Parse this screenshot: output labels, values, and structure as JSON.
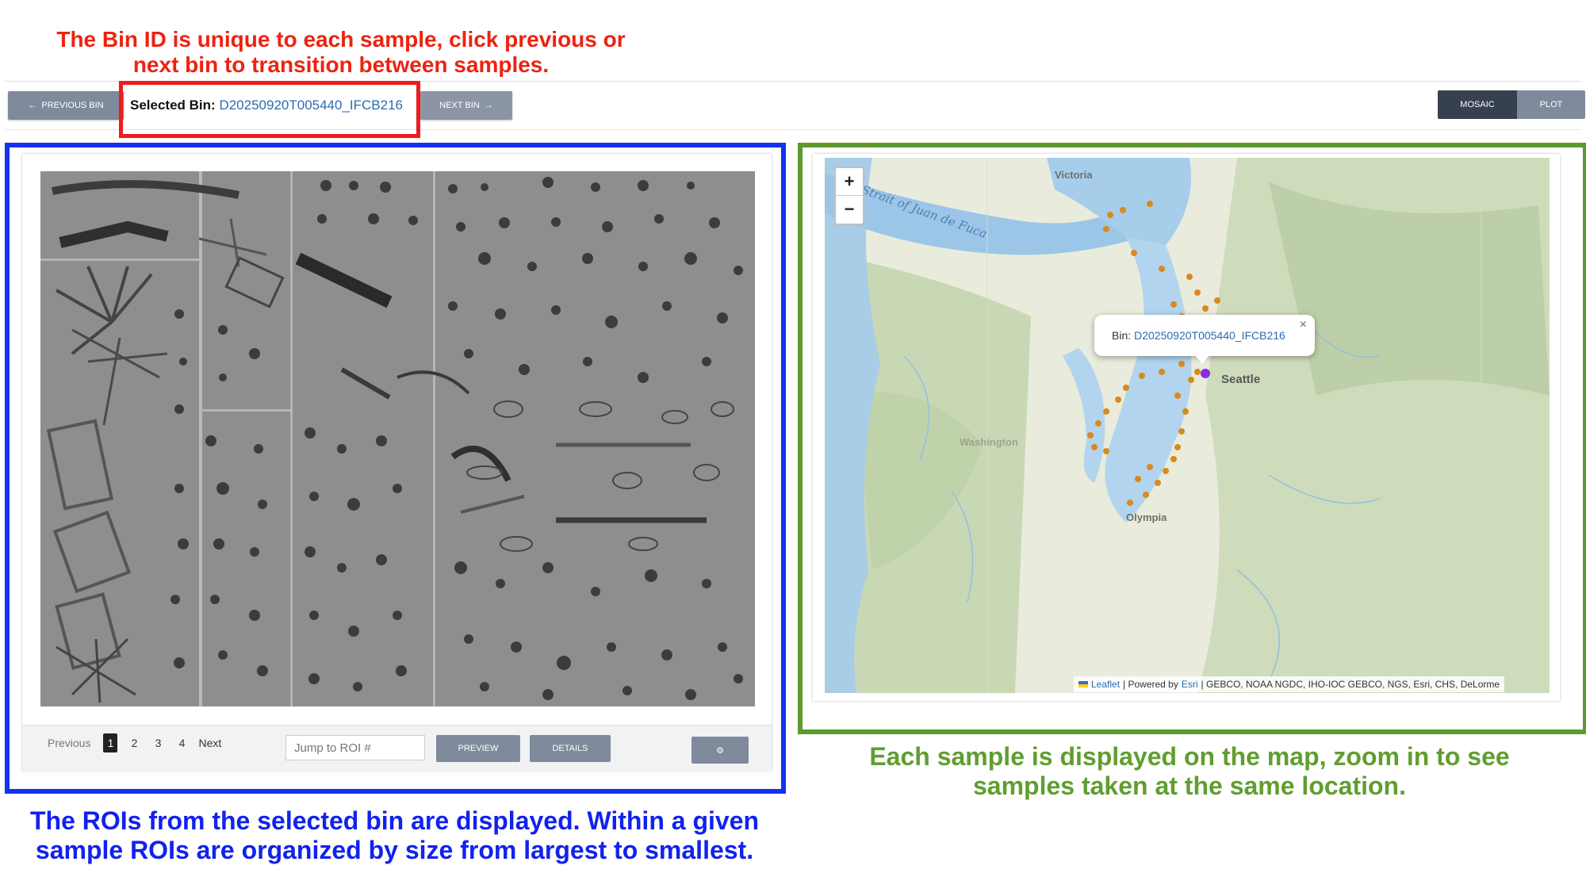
{
  "annotations": {
    "top_red": "The Bin ID is unique to each sample, click previous or next bin to transition between samples.",
    "bottom_blue": "The ROIs from the selected bin are displayed. Within a given sample ROIs are organized by size from largest to smallest.",
    "right_green": "Each sample is displayed on the map, zoom in to see samples taken at the same location."
  },
  "toolbar": {
    "prev_label": "PREVIOUS BIN",
    "next_label": "NEXT BIN",
    "selected_label": "Selected Bin:",
    "selected_bin": "D20250920T005440_IFCB216",
    "view_mosaic": "MOSAIC",
    "view_plot": "PLOT"
  },
  "mosaic_footer": {
    "previous": "Previous",
    "pages": [
      "1",
      "2",
      "3",
      "4"
    ],
    "active_page": "1",
    "next": "Next",
    "roi_placeholder": "Jump to ROI #",
    "preview_label": "PREVIEW",
    "details_label": "DETAILS"
  },
  "map": {
    "zoom_in": "+",
    "zoom_out": "−",
    "popup_label": "Bin:",
    "popup_bin": "D20250920T005440_IFCB216",
    "popup_close": "×",
    "labels": {
      "victoria": "Victoria",
      "strait": "Strait of Juan de Fuca",
      "seattle": "Seattle",
      "washington": "Washington",
      "olympia": "Olympia"
    },
    "attribution": {
      "leaflet": "Leaflet",
      "powered": "| Powered by",
      "esri": "Esri",
      "sources": "| GEBCO, NOAA NGDC, IHO-IOC GEBCO, NGS, Esri, CHS, DeLorme"
    },
    "marker_color": "#d98a1c",
    "selected_marker_color": "#8a2be2"
  }
}
